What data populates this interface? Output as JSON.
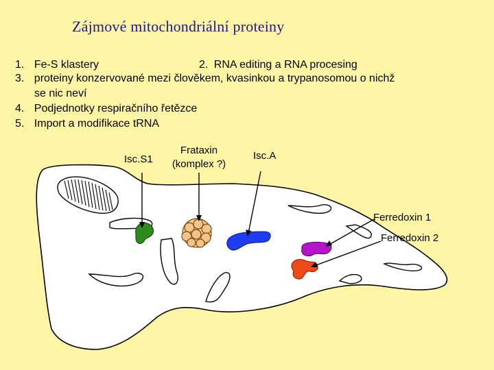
{
  "title": "Zájmové mitochondriální proteiny",
  "list": {
    "items": [
      {
        "num": "1.",
        "text": "Fe-S klastery"
      },
      {
        "num": "2.",
        "text": "RNA editing a RNA procesing"
      },
      {
        "num": "3.",
        "text": "proteiny konzervované mezi člověkem, kvasinkou a trypanosomou o nichž"
      },
      {
        "num": "",
        "text": "se nic neví"
      },
      {
        "num": "4.",
        "text": "Podjednotky respiračního řetězce"
      },
      {
        "num": "5.",
        "text": "Import a modifikace tRNA"
      }
    ]
  },
  "labels": {
    "iscs1": "Isc.S1",
    "frataxin_line1": "Frataxin",
    "frataxin_line2": "(komplex ?)",
    "isca": "Isc.A",
    "ferredoxin1": "Ferredoxin 1",
    "ferredoxin2": "Ferredoxin 2"
  },
  "colors": {
    "background": "#FFF5A5",
    "title": "#1a1a8c",
    "organelle_fill": "#FFFFFF",
    "iscs1_protein": "#2E8B1E",
    "frataxin_complex": "#F2C48A",
    "isca_protein": "#1E3CF0",
    "ferredoxin1_protein": "#B415C8",
    "ferredoxin2_protein": "#F04A18"
  }
}
